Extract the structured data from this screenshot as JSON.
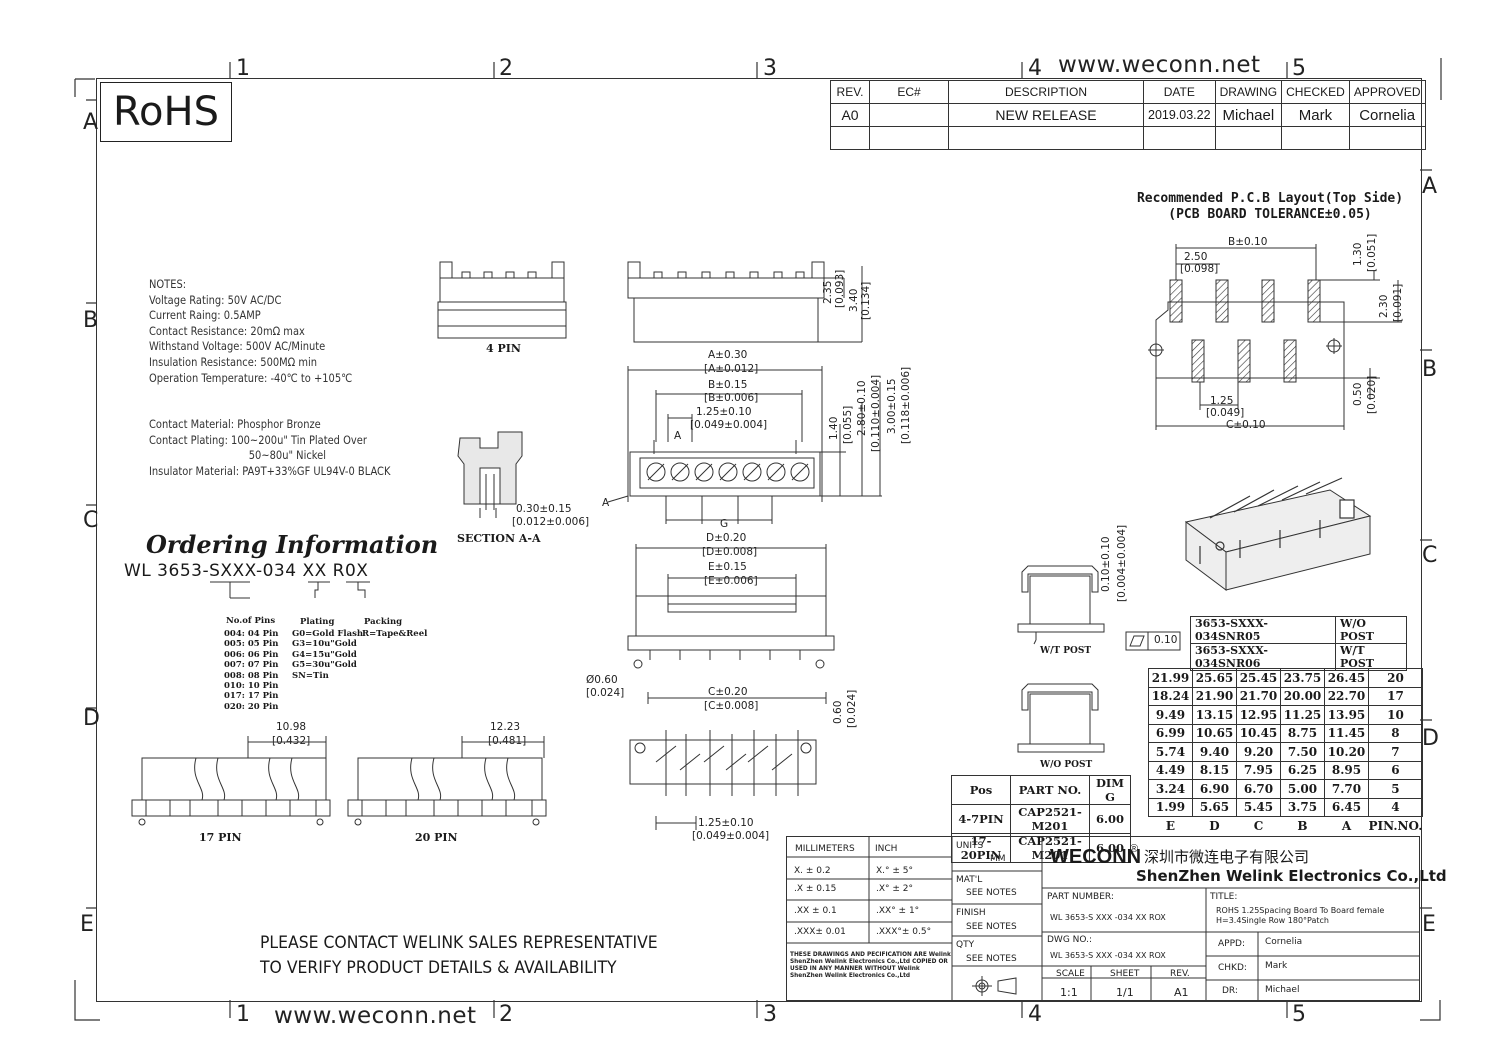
{
  "header": {
    "url_top": "www.weconn.net",
    "url_bottom": "www.weconn.net",
    "rohs": "RoHS"
  },
  "zones": {
    "columns": [
      "1",
      "2",
      "3",
      "4",
      "5"
    ],
    "rows_left": [
      "A",
      "B",
      "C",
      "D",
      "E"
    ],
    "rows_right": [
      "A",
      "B",
      "C",
      "D",
      "E"
    ]
  },
  "revision_table": {
    "headers": [
      "REV.",
      "EC#",
      "DESCRIPTION",
      "DATE",
      "DRAWING",
      "CHECKED",
      "APPROVED"
    ],
    "row": [
      "A0",
      "",
      "NEW RELEASE",
      "2019.03.22",
      "Michael",
      "Mark",
      "Cornelia"
    ]
  },
  "notes": [
    "NOTES:",
    "Voltage Rating: 50V AC/DC",
    "Current Raing: 0.5AMP",
    "Contact Resistance: 20mΩ max",
    "Withstand Voltage: 500V AC/Minute",
    "Insulation Resistance: 500MΩ min",
    "Operation Temperature: -40℃ to +105℃",
    "",
    "Contact Material: Phosphor Bronze",
    "Contact Plating: 100~200u\" Tin Plated Over",
    "                 50~80u\" Nickel",
    "Insulator Material: PA9T+33%GF UL94V-0 BLACK"
  ],
  "ordering": {
    "title": "Ordering Information",
    "code": "WL 3653-SXXX-034 XX R0X",
    "pins_title": "No.of Pins",
    "pins": [
      "004: 04 Pin",
      "005: 05 Pin",
      "006: 06 Pin",
      "007: 07 Pin",
      "008: 08 Pin",
      "010: 10 Pin",
      "017: 17 Pin",
      "020: 20 Pin"
    ],
    "plating_title": "Plating",
    "plating": [
      "G0=Gold Flash",
      "G3=10u\"Gold",
      "G4=15u\"Gold",
      "G5=30u\"Gold",
      "SN=Tin"
    ],
    "packing_title": "Packing",
    "packing": [
      "R=Tape&Reel"
    ]
  },
  "views": {
    "pin4": "4 PIN",
    "pin17": "17 PIN",
    "pin20": "20 PIN",
    "section": "SECTION A-A",
    "wt_post": "W/T POST",
    "wo_post": "W/O POST"
  },
  "dims": {
    "d_1098": "10.98",
    "d_0432": "[0.432]",
    "d_1223": "12.23",
    "d_0481": "[0.481]",
    "a": "A±0.30",
    "a_in": "[A±0.012]",
    "b": "B±0.15",
    "b_in": "[B±0.006]",
    "p125": "1.25±0.10",
    "p125_in": "[0.049±0.004]",
    "d235": "2.35",
    "d235_in": "[0.093]",
    "d340": "3.40",
    "d340_in": "[0.134]",
    "d140": "1.40",
    "d140_in": "[0.055]",
    "d280": "2.80±0.10",
    "d280_in": "[0.110±0.004]",
    "d300": "3.00±0.15",
    "d300_in": "[0.118±0.006]",
    "sec030": "0.30±0.15",
    "sec030_in": "[0.012±0.006]",
    "g": "G",
    "d": "D±0.20",
    "d_in": "[D±0.008]",
    "e": "E±0.15",
    "e_in": "[E±0.006]",
    "phi": "Ø0.60",
    "phi_in": "[0.024]",
    "c": "C±0.20",
    "c_in": "[C±0.008]",
    "d060": "0.60",
    "d060_in": "[0.024]",
    "bot125": "1.25±0.10",
    "bot125_in": "[0.049±0.004]",
    "post010": "0.10±0.10",
    "post010_in": "[0.004±0.004]",
    "flat": "0.10"
  },
  "pcb": {
    "title1": "Recommended P.C.B Layout(Top Side)",
    "title2": "(PCB BOARD TOLERANCE±0.05)",
    "b": "B±0.10",
    "p250": "2.50",
    "p250_in": "[0.098]",
    "p130": "1.30",
    "p130_in": "[0.051]",
    "p230": "2.30",
    "p230_in": "[0.091]",
    "p125": "1.25",
    "p125_in": "[0.049]",
    "p050": "0.50",
    "p050_in": "[0.020]",
    "c": "C±0.10"
  },
  "post_table": [
    [
      "3653-SXXX-034SNR05",
      "W/O POST"
    ],
    [
      "3653-SXXX-034SNR06",
      "W/T POST"
    ]
  ],
  "dim_table": {
    "rows": [
      [
        "21.99",
        "25.65",
        "25.45",
        "23.75",
        "26.45",
        "20"
      ],
      [
        "18.24",
        "21.90",
        "21.70",
        "20.00",
        "22.70",
        "17"
      ],
      [
        "9.49",
        "13.15",
        "12.95",
        "11.25",
        "13.95",
        "10"
      ],
      [
        "6.99",
        "10.65",
        "10.45",
        "8.75",
        "11.45",
        "8"
      ],
      [
        "5.74",
        "9.40",
        "9.20",
        "7.50",
        "10.20",
        "7"
      ],
      [
        "4.49",
        "8.15",
        "7.95",
        "6.25",
        "8.95",
        "6"
      ],
      [
        "3.24",
        "6.90",
        "6.70",
        "5.00",
        "7.70",
        "5"
      ],
      [
        "1.99",
        "5.65",
        "5.45",
        "3.75",
        "6.45",
        "4"
      ]
    ],
    "footer": [
      "E",
      "D",
      "C",
      "B",
      "A",
      "PIN.NO."
    ]
  },
  "parts_table": {
    "headers": [
      "Pos",
      "PART NO.",
      "DIM G"
    ],
    "rows": [
      [
        "4-7PIN",
        "CAP2521-M201",
        "6.00"
      ],
      [
        "17-20PIN",
        "CAP2521-M201",
        "6.00"
      ]
    ]
  },
  "contact": {
    "line1": "PLEASE CONTACT WELINK SALES REPRESENTATIVE",
    "line2": "TO VERIFY PRODUCT DETAILS & AVAILABILITY"
  },
  "title_block": {
    "mm": "MILLIMETERS",
    "inch": "INCH",
    "tol_mm": [
      "X.  ±  0.2",
      ".X   ± 0.15",
      ".XX ± 0.1",
      ".XXX± 0.01"
    ],
    "tol_in": [
      "X.°  ±  5°",
      ".X°  ± 2°",
      ".XX°  ± 1°",
      ".XXX°± 0.5°"
    ],
    "units": "UNITS",
    "units_val": "MM",
    "matl": "MAT'L",
    "matl_val": "SEE NOTES",
    "finish": "FINISH",
    "finish_val": "SEE NOTES",
    "qty": "QTY",
    "qty_val": "SEE NOTES",
    "disclaimer": "THESE DRAWINGS AND PECIFICATION  ARE Welink ShenZhen Welink Electronics Co.,Ltd COPIED OR USED IN ANY MANNER WITHOUT Welink ShenZhen Welink Electronics Co.,Ltd",
    "brand": "WECONN",
    "reg": "®",
    "cn": "深圳市微连电子有限公司",
    "company": "ShenZhen Welink Electronics Co.,Ltd",
    "part_label": "PART NUMBER:",
    "part_val": "WL 3653-S XXX -034 XX ROX",
    "dwg_label": "DWG NO.:",
    "dwg_val": "WL 3653-S XXX -034 XX ROX",
    "title_label": "TITLE:",
    "title_val1": "ROHS  1.25Spacing Board To Board female",
    "title_val2": "H=3.4Single Row 180°Patch",
    "appd": "APPD:",
    "appd_val": "Cornelia",
    "chkd": "CHKD:",
    "chkd_val": "Mark",
    "dr": "DR:",
    "dr_val": "Michael",
    "scale": "SCALE",
    "scale_val": "1:1",
    "sheet": "SHEET",
    "sheet_val": "1/1",
    "rev": "REV.",
    "rev_val": "A1"
  }
}
